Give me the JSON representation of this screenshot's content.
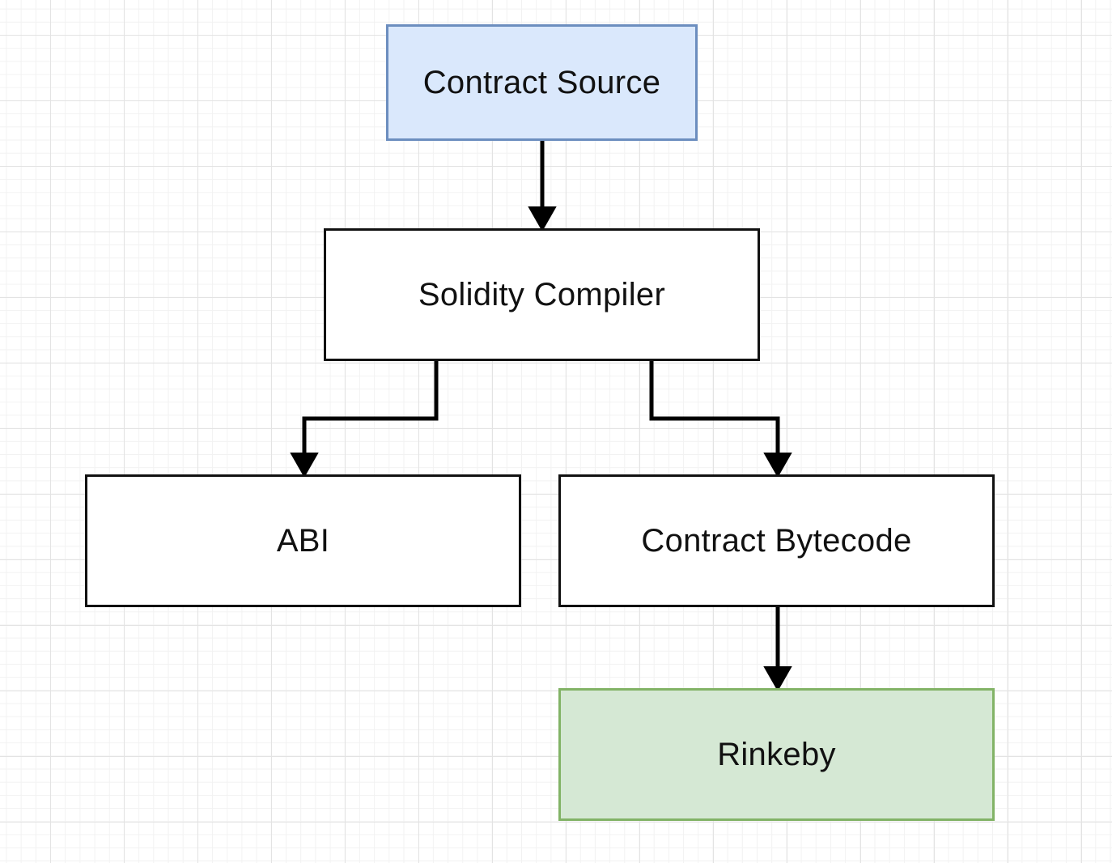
{
  "nodes": {
    "source": {
      "label": "Contract Source",
      "fill": "#dae8fc",
      "stroke": "#6c8ebf"
    },
    "compiler": {
      "label": "Solidity Compiler",
      "fill": "#ffffff",
      "stroke": "#111111"
    },
    "abi": {
      "label": "ABI",
      "fill": "#ffffff",
      "stroke": "#111111"
    },
    "bytecode": {
      "label": "Contract Bytecode",
      "fill": "#ffffff",
      "stroke": "#111111"
    },
    "rinkeby": {
      "label": "Rinkeby",
      "fill": "#d5e8d4",
      "stroke": "#82b366"
    }
  },
  "edges": [
    {
      "from": "source",
      "to": "compiler"
    },
    {
      "from": "compiler",
      "to": "abi"
    },
    {
      "from": "compiler",
      "to": "bytecode"
    },
    {
      "from": "bytecode",
      "to": "rinkeby"
    }
  ]
}
